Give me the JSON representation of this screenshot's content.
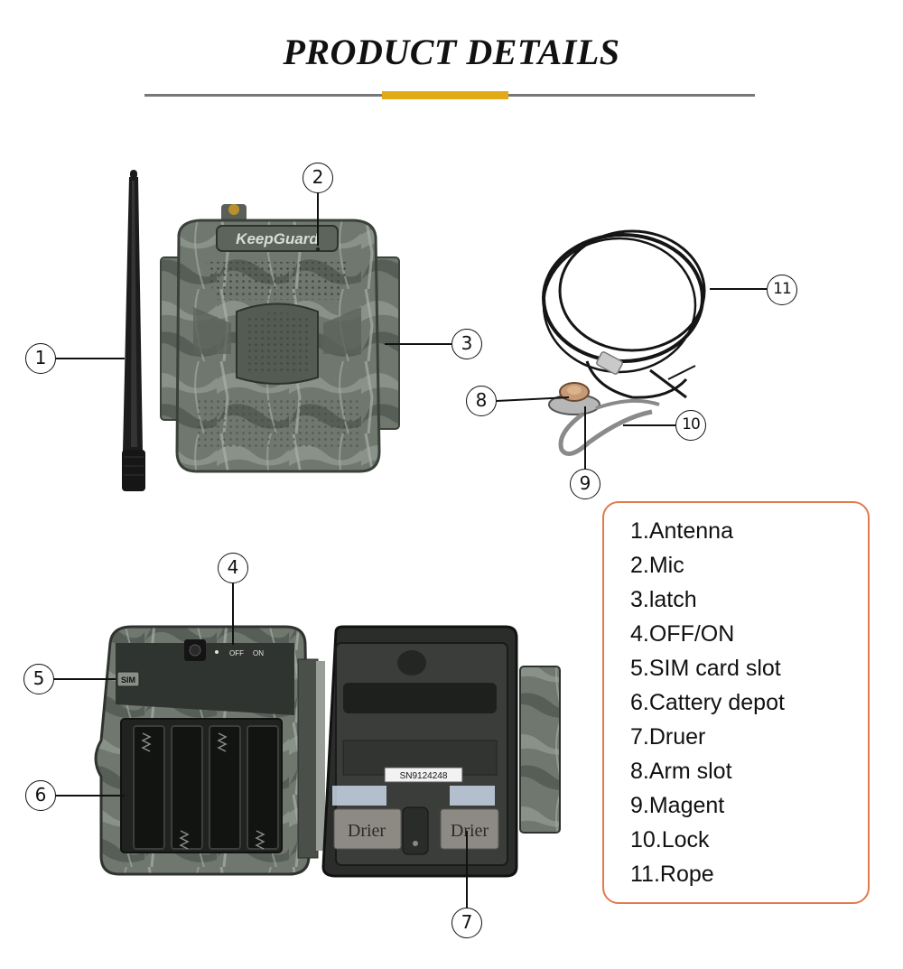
{
  "header": {
    "title": "PRODUCT DETAILS",
    "accent_color": "#e3aa17",
    "rule_color": "#777777"
  },
  "figure": {
    "brand_logo_text": "KeepGuard",
    "switch_labels": [
      "OFF",
      "ON"
    ],
    "sim_label": "SIM",
    "serial_label": "SN9124248",
    "drier_labels": [
      "Drier",
      "Drier"
    ],
    "camo_colors": [
      "#6f776e",
      "#8f9890",
      "#4d544d",
      "#a9b0a8"
    ],
    "callouts": [
      "1",
      "2",
      "3",
      "4",
      "5",
      "6",
      "7",
      "8",
      "9",
      "10",
      "11"
    ]
  },
  "legend": {
    "border_color": "#e07a4f",
    "items": [
      "1.Antenna",
      "2.Mic",
      "3.latch",
      "4.OFF/ON",
      "5.SIM card slot",
      "6.Cattery depot",
      "7.Druer",
      "8.Arm slot",
      "9.Magent",
      "10.Lock",
      "11.Rope"
    ]
  }
}
